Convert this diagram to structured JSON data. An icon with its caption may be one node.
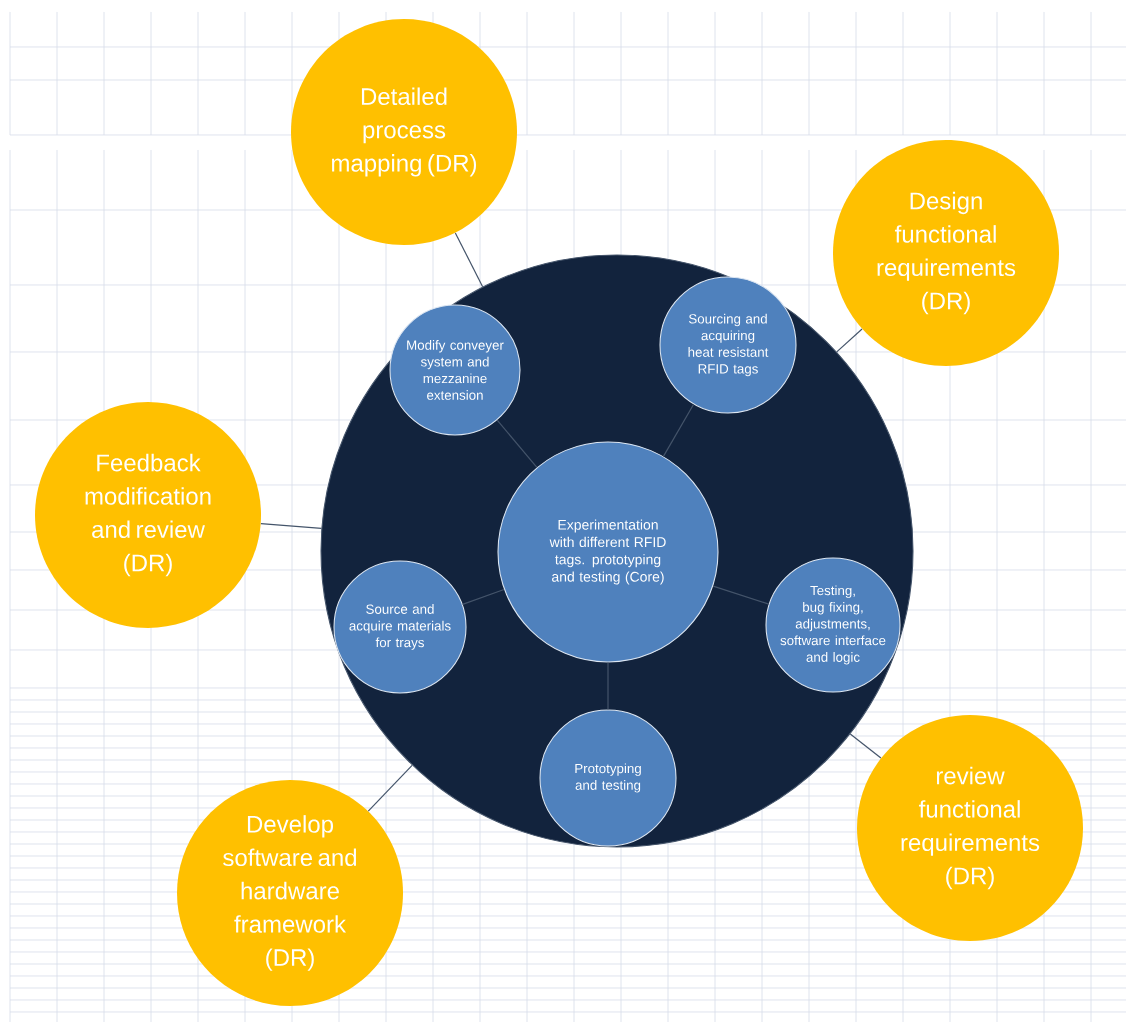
{
  "diagram": {
    "nodes": [
      {
        "text": [
          "Detailed process mapping (DR)"
        ]
      },
      {
        "text": [
          "Design functional requirements (DR)"
        ]
      },
      {
        "text": [
          "Feedback modification and review (DR)"
        ]
      },
      {
        "text": [],
        "shape": "circle"
      },
      {
        "text": [
          "Modify conveyer system and mezzanine extension"
        ],
        "in": 3
      },
      {
        "text": [
          "Sourcing and acquiring heat resistant RFID tags"
        ],
        "in": 3
      },
      {
        "text": [
          "Experimentation with different RFID tags. prototyping and testing (Core)"
        ],
        "in": 3
      },
      {
        "text": [
          "Source and acquire materials for trays"
        ],
        "in": 3
      },
      {
        "text": [
          "Testing, bug fixing, adjustments, software interface and logic"
        ],
        "in": 3
      },
      {
        "text": [
          "Prototyping and testing"
        ],
        "in": 3
      },
      {
        "text": [
          "review functional requirements (DR)"
        ]
      },
      {
        "text": [
          "Develop software and hardware framework (DR)"
        ]
      }
    ],
    "edges": [
      {
        "from": 0,
        "to": 3,
        "arrow": "none"
      },
      {
        "from": 1,
        "to": 3,
        "arrow": "none"
      },
      {
        "from": 2,
        "to": 3,
        "arrow": "none"
      },
      {
        "from": 6,
        "to": 4,
        "arrow": "none"
      },
      {
        "from": 6,
        "to": 5,
        "arrow": "none"
      },
      {
        "from": 6,
        "to": 7,
        "arrow": "none"
      },
      {
        "from": 6,
        "to": 8,
        "arrow": "none"
      },
      {
        "from": 6,
        "to": 9,
        "arrow": "none"
      },
      {
        "from": 10,
        "to": 3,
        "arrow": "none"
      },
      {
        "from": 11,
        "to": 3,
        "arrow": "none"
      }
    ]
  }
}
